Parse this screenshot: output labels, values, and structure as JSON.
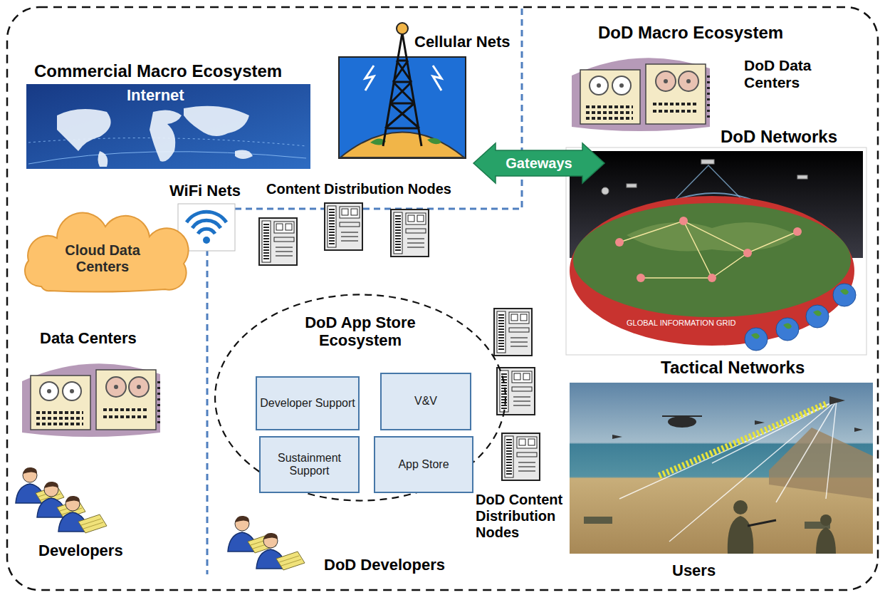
{
  "diagram": {
    "nodes": [
      {
        "text": [
          "Gateways"
        ]
      },
      {
        "text": [
          "Cloud Data Centers"
        ]
      },
      {
        "text": [
          "DoD App Store Ecosystem"
        ]
      },
      {
        "text": [
          "Developer Support"
        ],
        "in": 2
      },
      {
        "text": [
          "V&V"
        ],
        "in": 2
      },
      {
        "text": [
          "Sustainment Support"
        ],
        "in": 2
      },
      {
        "text": [
          "App Store"
        ],
        "in": 2
      }
    ],
    "labels": [
      "Commercial Macro Ecosystem",
      "Internet",
      "Cellular Nets",
      "DoD Macro Ecosystem",
      "DoD Data Centers",
      "DoD Networks",
      "WiFi Nets",
      "Content Distribution Nodes",
      "GLOBAL INFORMATION GRID",
      "Data Centers",
      "Tactical Networks",
      "DoD Content Distribution Nodes",
      "Developers",
      "Users",
      "DoD Developers"
    ]
  }
}
